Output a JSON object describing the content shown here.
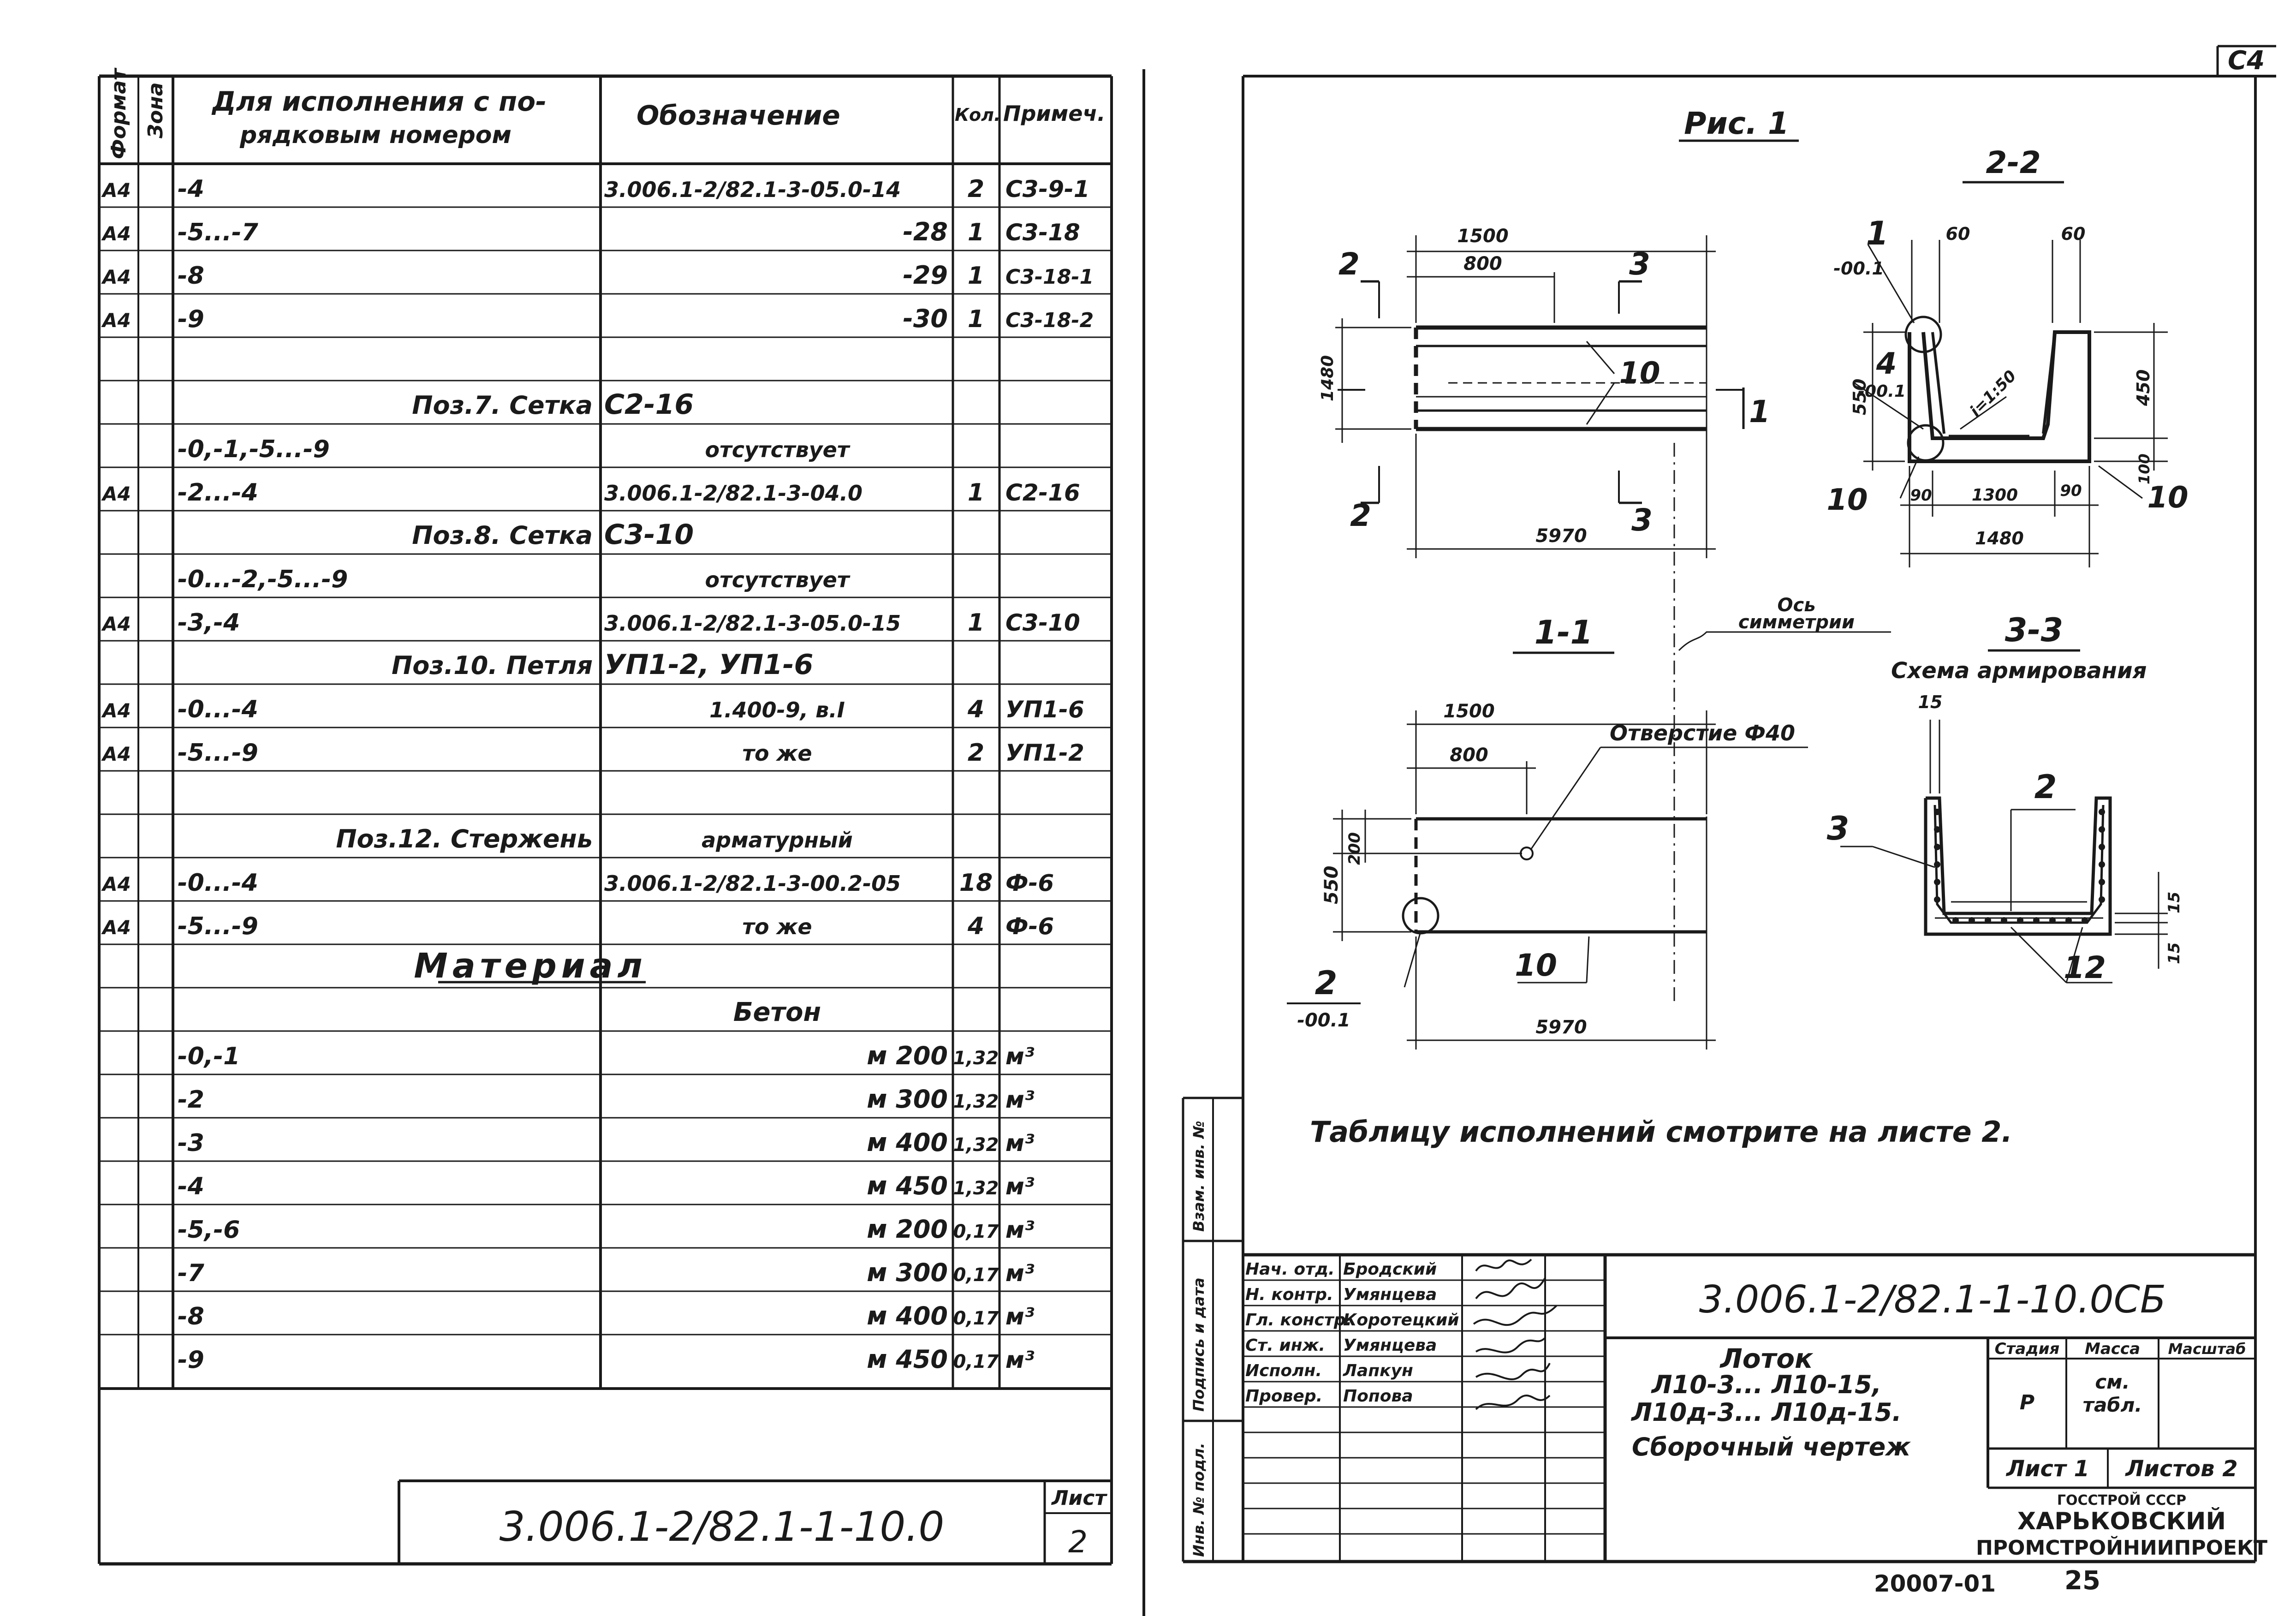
{
  "left_sheet": {
    "headers": {
      "format": "Формат",
      "zone": "Зона",
      "variant": "Для исполнения с по-рядковым номером",
      "variant_line1": "Для исполнения с по-",
      "variant_line2": "рядковым номером",
      "designation": "Обозначение",
      "qty": "Кол.",
      "note": "Примеч."
    },
    "rows": [
      {
        "fmt": "А4",
        "variant": "-4",
        "desig": "3.006.1-2/82.1-3-05.0-14",
        "qty": "2",
        "note": "С3-9-1"
      },
      {
        "fmt": "А4",
        "variant": "-5...-7",
        "desig": "-28",
        "qty": "1",
        "note": "С3-18"
      },
      {
        "fmt": "А4",
        "variant": "-8",
        "desig": "-29",
        "qty": "1",
        "note": "С3-18-1"
      },
      {
        "fmt": "А4",
        "variant": "-9",
        "desig": "-30",
        "qty": "1",
        "note": "С3-18-2"
      },
      {
        "fmt": "",
        "variant": "",
        "desig": "",
        "qty": "",
        "note": ""
      },
      {
        "fmt": "",
        "variant": "Поз.7. Сетка",
        "desig": "С2-16",
        "qty": "",
        "note": ""
      },
      {
        "fmt": "",
        "variant": "-0,-1,-5...-9",
        "desig": "отсутствует",
        "qty": "",
        "note": ""
      },
      {
        "fmt": "А4",
        "variant": "-2...-4",
        "desig": "3.006.1-2/82.1-3-04.0",
        "qty": "1",
        "note": "С2-16"
      },
      {
        "fmt": "",
        "variant": "Поз.8. Сетка",
        "desig": "С3-10",
        "qty": "",
        "note": ""
      },
      {
        "fmt": "",
        "variant": "-0...-2,-5...-9",
        "desig": "отсутствует",
        "qty": "",
        "note": ""
      },
      {
        "fmt": "А4",
        "variant": "-3,-4",
        "desig": "3.006.1-2/82.1-3-05.0-15",
        "qty": "1",
        "note": "С3-10"
      },
      {
        "fmt": "",
        "variant": "Поз.10. Петля",
        "desig": "УП1-2, УП1-6",
        "qty": "",
        "note": ""
      },
      {
        "fmt": "А4",
        "variant": "-0...-4",
        "desig": "1.400-9, в.I",
        "qty": "4",
        "note": "УП1-6"
      },
      {
        "fmt": "А4",
        "variant": "-5...-9",
        "desig": "то же",
        "qty": "2",
        "note": "УП1-2"
      },
      {
        "fmt": "",
        "variant": "",
        "desig": "",
        "qty": "",
        "note": ""
      },
      {
        "fmt": "",
        "variant": "Поз.12. Стержень",
        "desig": "арматурный",
        "qty": "",
        "note": ""
      },
      {
        "fmt": "А4",
        "variant": "-0...-4",
        "desig": "3.006.1-2/82.1-3-00.2-05",
        "qty": "18",
        "note": "Ф-6"
      },
      {
        "fmt": "А4",
        "variant": "-5...-9",
        "desig": "то же",
        "qty": "4",
        "note": "Ф-6"
      },
      {
        "fmt": "",
        "variant": "Материал",
        "desig": "",
        "qty": "",
        "note": ""
      },
      {
        "fmt": "",
        "variant": "",
        "desig": "Бетон",
        "qty": "",
        "note": ""
      },
      {
        "fmt": "",
        "variant": "-0,-1",
        "desig": "м 200",
        "qty": "1,32",
        "note": "м³"
      },
      {
        "fmt": "",
        "variant": "-2",
        "desig": "м 300",
        "qty": "1,32",
        "note": "м³"
      },
      {
        "fmt": "",
        "variant": "-3",
        "desig": "м 400",
        "qty": "1,32",
        "note": "м³"
      },
      {
        "fmt": "",
        "variant": "-4",
        "desig": "м 450",
        "qty": "1,32",
        "note": "м³"
      },
      {
        "fmt": "",
        "variant": "-5,-6",
        "desig": "м 200",
        "qty": "0,17",
        "note": "м³"
      },
      {
        "fmt": "",
        "variant": "-7",
        "desig": "м 300",
        "qty": "0,17",
        "note": "м³"
      },
      {
        "fmt": "",
        "variant": "-8",
        "desig": "м 400",
        "qty": "0,17",
        "note": "м³"
      },
      {
        "fmt": "",
        "variant": "-9",
        "desig": "м 450",
        "qty": "0,17",
        "note": "м³"
      }
    ],
    "footer_code": "3.006.1-2/82.1-1-10.0",
    "sheet_label": "Лист",
    "sheet_no": "2"
  },
  "right_sheet": {
    "corner_tag": "С4",
    "fig_title": "Рис. 1",
    "sections": {
      "s22": "2-2",
      "s11": "1-1",
      "s33": "3-3"
    },
    "scheme_label": "Схема армирования",
    "axis_label_line1": "Ось",
    "axis_label_line2": "симметрии",
    "hole_label": "Отверстие Ф40",
    "note_text": "Таблицу исполнений смотрите на листе 2.",
    "plan_dims": {
      "d1500": "1500",
      "d800": "800",
      "d1480": "1480",
      "d5970": "5970",
      "cut2": "2",
      "cut3": "3",
      "cut1": "1",
      "pos10": "10"
    },
    "sec22_dims": {
      "d60a": "60",
      "d60b": "60",
      "d550": "550",
      "d450": "450",
      "d100": "100",
      "d90a": "90",
      "d1300": "1300",
      "d90b": "90",
      "d1480": "1480",
      "slope": "i=1:50",
      "call1": "1",
      "call1sub": "-00.1",
      "call4": "4",
      "call4sub": "-00.1",
      "call10a": "10",
      "call10b": "10"
    },
    "sec11_dims": {
      "d1500": "1500",
      "d800": "800",
      "d550": "550",
      "d200": "200",
      "d5970": "5970",
      "call2": "2",
      "call2sub": "-00.1",
      "call10": "10"
    },
    "sec33_dims": {
      "d15top": "15",
      "d15a": "15",
      "d15b": "15",
      "call2": "2",
      "call3": "3",
      "call12": "12"
    },
    "side_stamps": {
      "a": "Взам. инв. №",
      "b": "Подпись и дата",
      "c": "Инв. № подл."
    },
    "title_block": {
      "roles": [
        {
          "role": "Нач. отд.",
          "name": "Бродский"
        },
        {
          "role": "Н. контр.",
          "name": "Умянцева"
        },
        {
          "role": "Гл. констр.",
          "name": "Коротецкий"
        },
        {
          "role": "Ст. инж.",
          "name": "Умянцева"
        },
        {
          "role": "Исполн.",
          "name": "Лапкун"
        },
        {
          "role": "Провер.",
          "name": "Попова"
        }
      ],
      "code": "3.006.1-2/82.1-1-10.0СБ",
      "name_line1": "Лоток",
      "name_line2": "Л10-3... Л10-15,",
      "name_line3": "Л10д-3... Л10д-15.",
      "name_line4": "Сборочный чертеж",
      "stage_h": "Стадия",
      "mass_h": "Масса",
      "scale_h": "Масштаб",
      "stage_v": "Р",
      "mass_v1": "см.",
      "mass_v2": "табл.",
      "sheet": "Лист 1",
      "sheets": "Листов 2",
      "org1": "ГОССТРОЙ СССР",
      "org2": "ХАРЬКОВСКИЙ",
      "org3": "ПРОМСТРОЙНИИПРОЕКТ"
    },
    "bottom_code": "20007-01",
    "bottom_page": "25"
  }
}
